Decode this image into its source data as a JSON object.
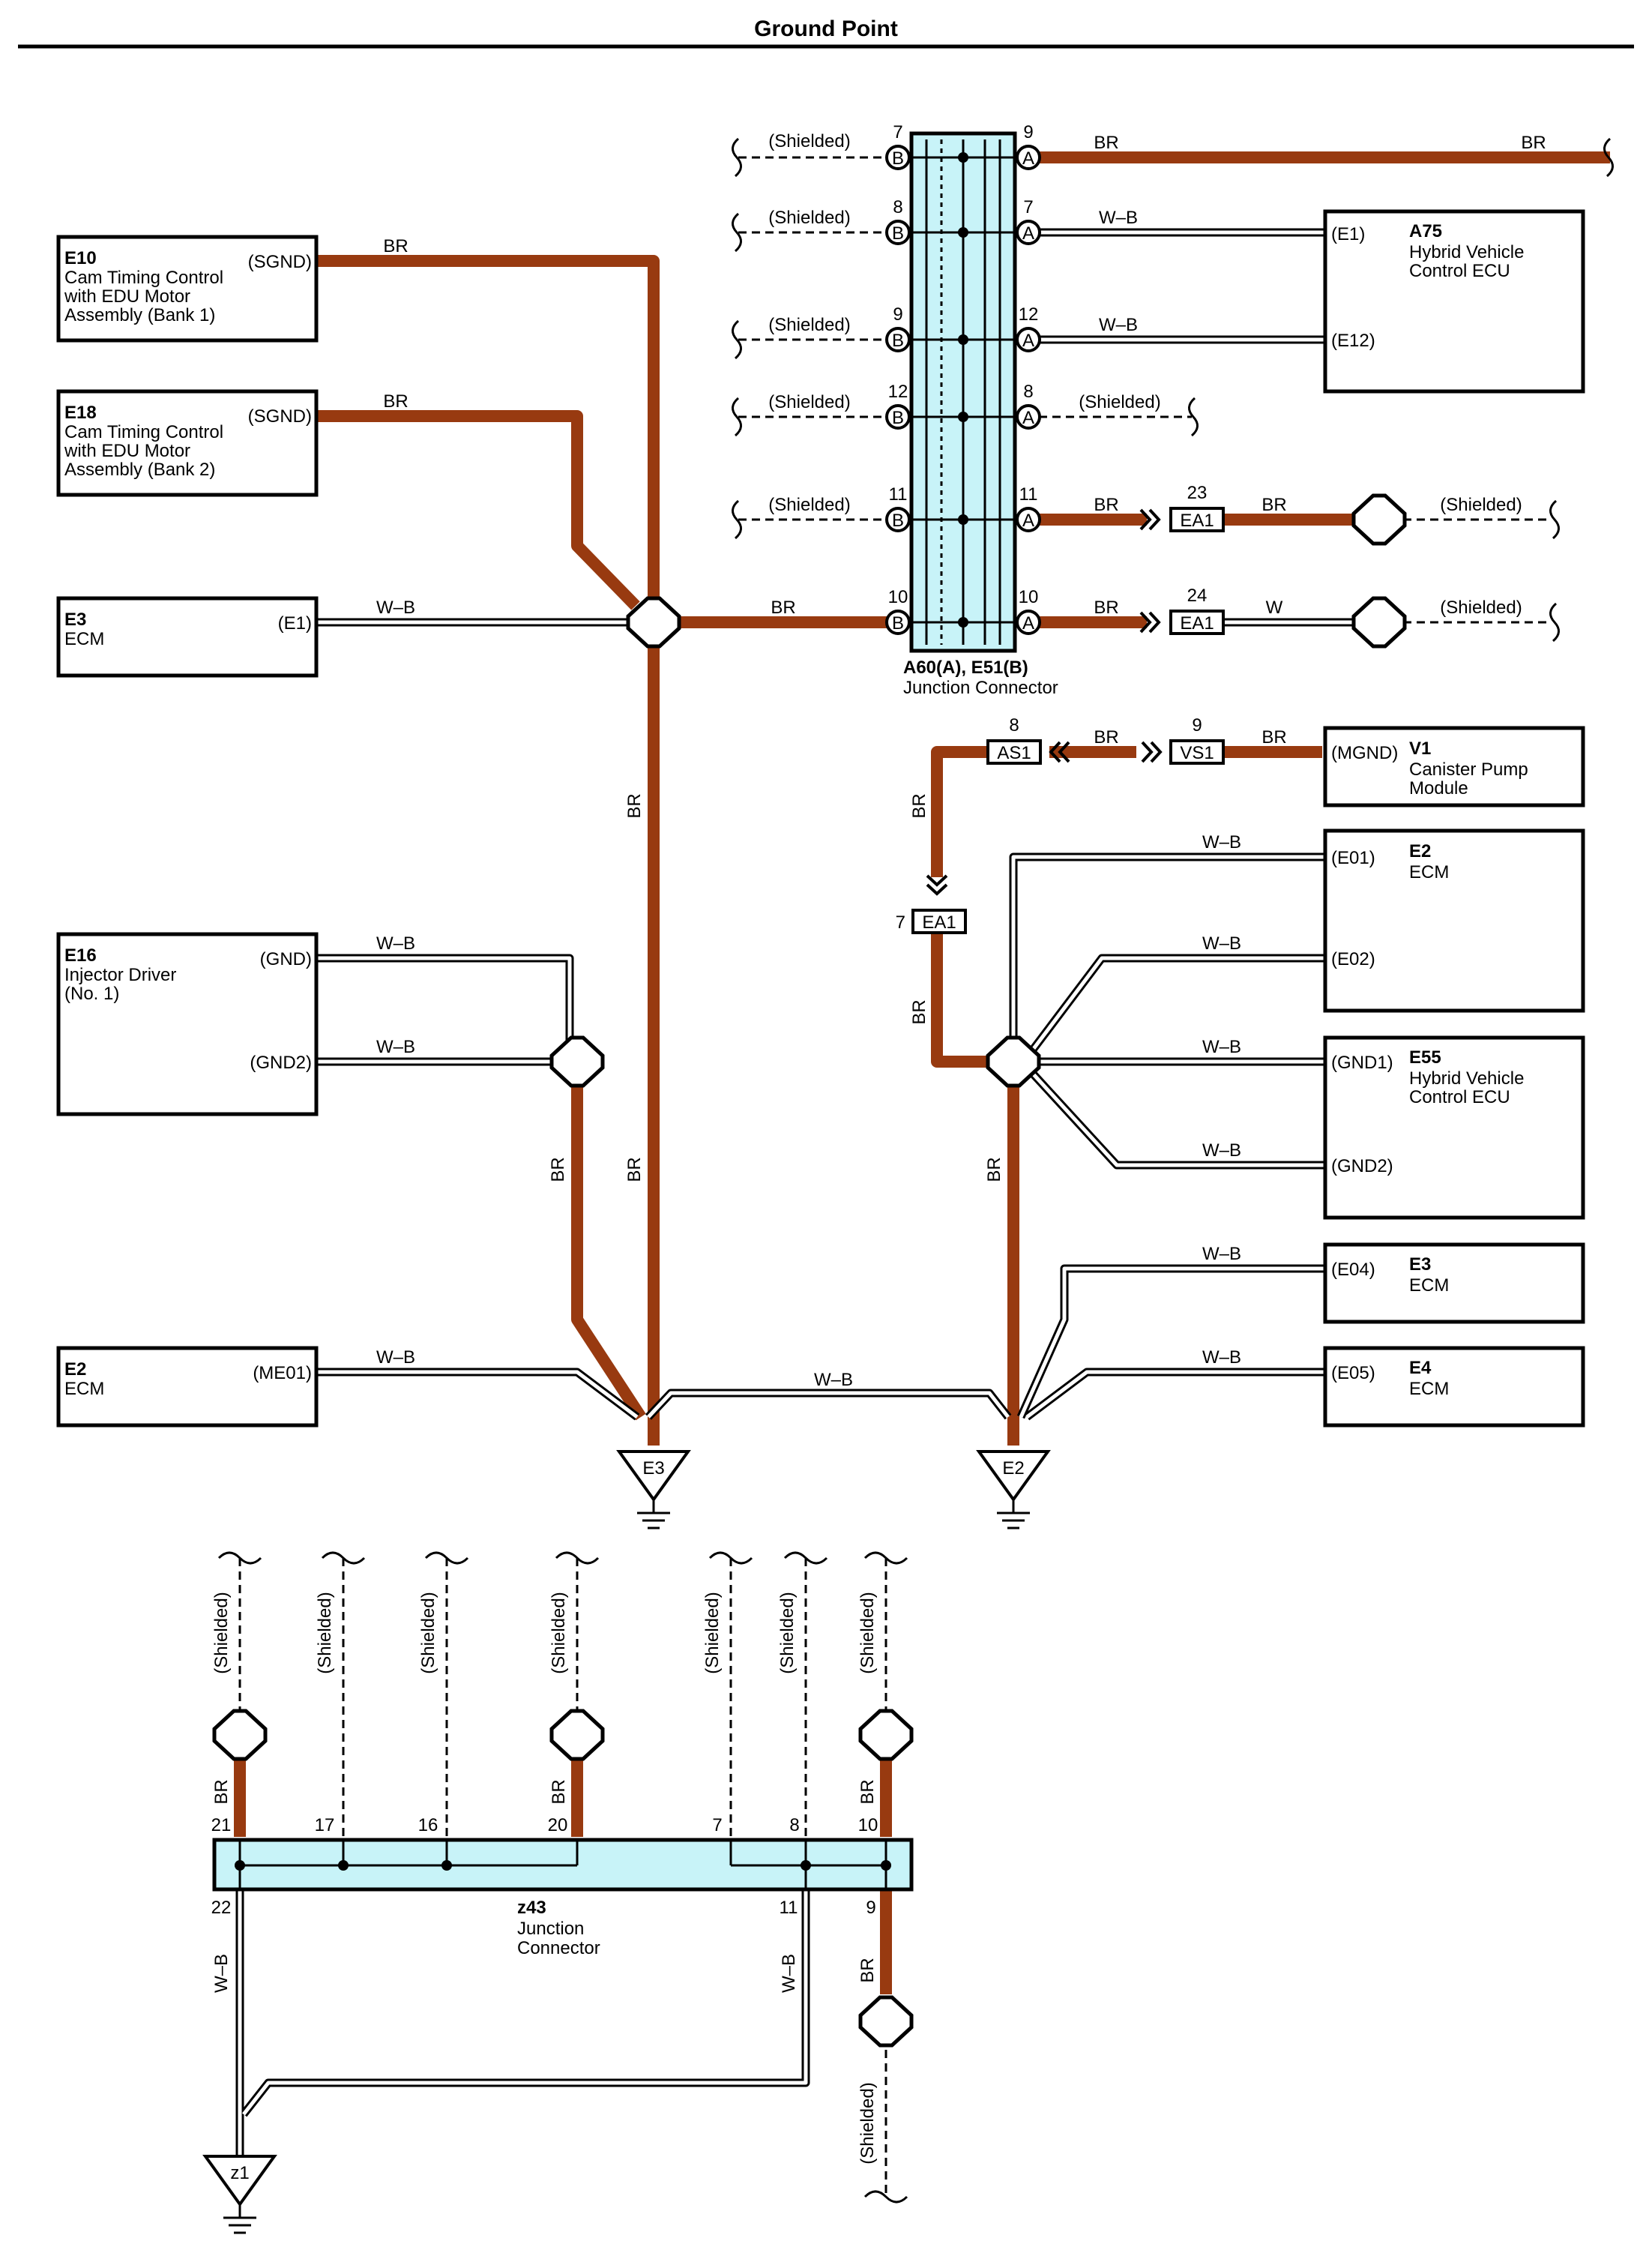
{
  "title": "Ground Point",
  "components": {
    "e10": {
      "code": "E10",
      "name": [
        "Cam Timing Control",
        "with EDU Motor",
        "Assembly (Bank 1)"
      ],
      "pin": "(SGND)"
    },
    "e18": {
      "code": "E18",
      "name": [
        "Cam Timing Control",
        "with EDU Motor",
        "Assembly (Bank 2)"
      ],
      "pin": "(SGND)"
    },
    "e3_left": {
      "code": "E3",
      "name": [
        "ECM"
      ],
      "pin": "(E1)"
    },
    "e16": {
      "code": "E16",
      "name": [
        "Injector Driver",
        "(No. 1)"
      ],
      "pins": [
        "(GND)",
        "(GND2)"
      ]
    },
    "e2_left": {
      "code": "E2",
      "name": [
        "ECM"
      ],
      "pin": "(ME01)"
    },
    "a75": {
      "code": "A75",
      "name": [
        "Hybrid Vehicle",
        "Control ECU"
      ],
      "pins": [
        "(E1)",
        "(E12)"
      ]
    },
    "v1": {
      "code": "V1",
      "name": [
        "Canister Pump",
        "Module"
      ],
      "pin": "(MGND)"
    },
    "e2_right": {
      "code": "E2",
      "name": [
        "ECM"
      ],
      "pins": [
        "(E01)",
        "(E02)"
      ]
    },
    "e55": {
      "code": "E55",
      "name": [
        "Hybrid Vehicle",
        "Control ECU"
      ],
      "pins": [
        "(GND1)",
        "(GND2)"
      ]
    },
    "e3_right": {
      "code": "E3",
      "name": [
        "ECM"
      ],
      "pin": "(E04)"
    },
    "e4": {
      "code": "E4",
      "name": [
        "ECM"
      ],
      "pin": "(E05)"
    }
  },
  "junction_connector": {
    "id": "A60(A), E51(B)",
    "label": "Junction Connector",
    "b_side": {
      "marker": "B",
      "pins": [
        "7",
        "8",
        "9",
        "12",
        "11",
        "10"
      ]
    },
    "a_side": {
      "marker": "A",
      "pins": [
        "9",
        "7",
        "12",
        "8",
        "11",
        "10"
      ]
    }
  },
  "z43": {
    "id": "z43",
    "label": [
      "Junction",
      "Connector"
    ],
    "top_pins": [
      "21",
      "17",
      "16",
      "20",
      "7",
      "8",
      "10"
    ],
    "bottom_pins": [
      "22",
      "11",
      "9"
    ]
  },
  "connectors": {
    "ea1_23": {
      "name": "EA1",
      "pin": "23"
    },
    "ea1_24": {
      "name": "EA1",
      "pin": "24"
    },
    "as1": {
      "name": "AS1",
      "pin": "8"
    },
    "vs1": {
      "name": "VS1",
      "pin": "9"
    },
    "ea1_7": {
      "name": "EA1",
      "pin": "7"
    }
  },
  "grounds": {
    "e3": "E3",
    "e2": "E2",
    "z1": "z1"
  },
  "wire_colors": {
    "br": "BR",
    "wb": "W–B",
    "w": "W"
  },
  "shielded_label": "(Shielded)",
  "colors": {
    "brown_wire": "#983a10",
    "connector_fill": "#c8f3f8",
    "line": "#000000"
  }
}
